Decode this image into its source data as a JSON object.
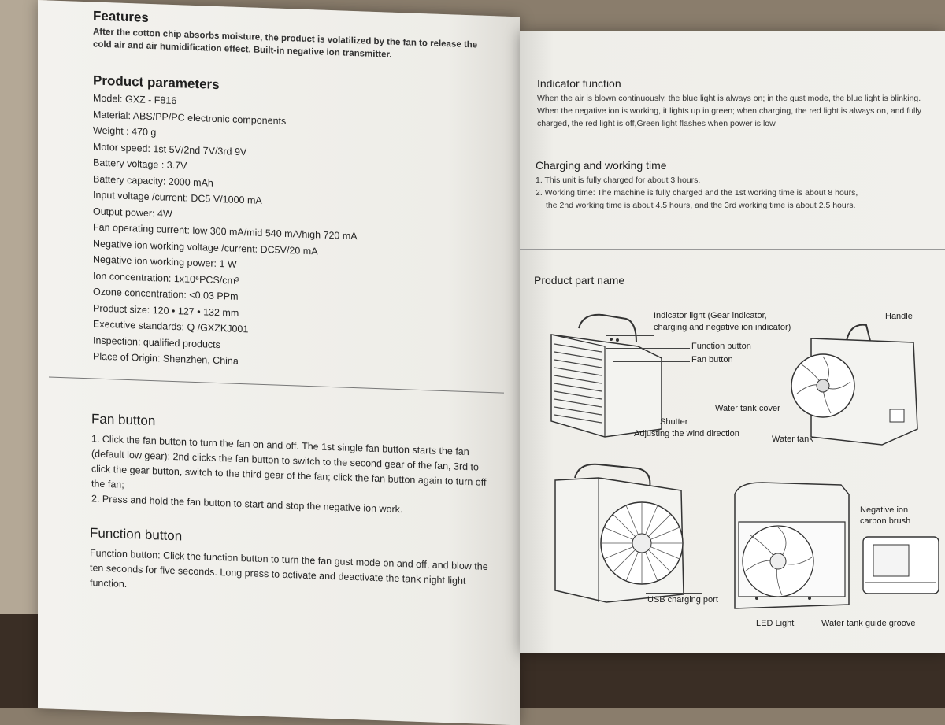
{
  "features": {
    "title": "Features",
    "text": "After the cotton chip absorbs moisture, the product is volatilized by the fan to release the cold air and air humidification effect. Built-in negative ion transmitter."
  },
  "parameters": {
    "title": "Product parameters",
    "items": [
      "Model: GXZ - F816",
      "Material: ABS/PP/PC electronic components",
      "Weight : 470 g",
      "Motor speed: 1st 5V/2nd 7V/3rd 9V",
      "Battery voltage : 3.7V",
      "Battery capacity: 2000 mAh",
      "Input voltage /current: DC5 V/1000 mA",
      "Output power: 4W",
      "Fan operating current: low 300 mA/mid 540 mA/high 720 mA",
      "Negative ion working voltage /current: DC5V/20 mA",
      "Negative ion working power: 1 W",
      "Ion concentration: 1x10⁶PCS/cm³",
      "Ozone concentration: <0.03 PPm",
      "Product size: 120 • 127 • 132 mm",
      "Executive standards: Q /GXZKJ001",
      "Inspection: qualified products",
      "Place of Origin: Shenzhen, China"
    ]
  },
  "fan_button": {
    "title": "Fan button",
    "item1": "1. Click the fan button to turn the fan on and off. The 1st single fan button starts the fan (default low gear); 2nd clicks the fan button to switch to the second gear of the fan, 3rd to click the gear button, switch to the third gear of the fan; click the fan button again to turn off the fan;",
    "item2": "2. Press and hold the fan button to start and stop the negative ion work."
  },
  "function_button": {
    "title": "Function button",
    "text": "Function button: Click the function button to turn the fan gust mode on and off, and blow the ten seconds for five seconds. Long press to activate and deactivate the tank night light function."
  },
  "indicator": {
    "title": "Indicator function",
    "text": "When the air is blown continuously, the blue light is always on; in the gust mode, the blue light is blinking. When the negative ion is working, it lights up in green; when charging, the red light is always on, and fully charged, the red light is off,Green light flashes when power is low"
  },
  "charging": {
    "title": "Charging and working time",
    "item1": "1. This unit is fully charged for about 3 hours.",
    "item2a": "2. Working time: The machine is fully charged and the 1st  working time is about 8 hours,",
    "item2b": "the 2nd  working time is about 4.5 hours, and the 3rd  working time is about 2.5 hours."
  },
  "parts": {
    "title": "Product part name",
    "indicator_light_1": "Indicator light (Gear indicator,",
    "indicator_light_2": "charging and negative ion indicator)",
    "handle": "Handle",
    "function_button": "Function button",
    "fan_button": "Fan button",
    "water_tank_cover": "Water tank cover",
    "shutter": "Shutter",
    "adjusting": "Adjusting the wind direction",
    "water_tank": "Water tank",
    "negative_ion_1": "Negative ion",
    "negative_ion_2": "carbon brush",
    "usb": "USB charging port",
    "led": "LED Light",
    "guide_groove": "Water tank guide groove"
  }
}
